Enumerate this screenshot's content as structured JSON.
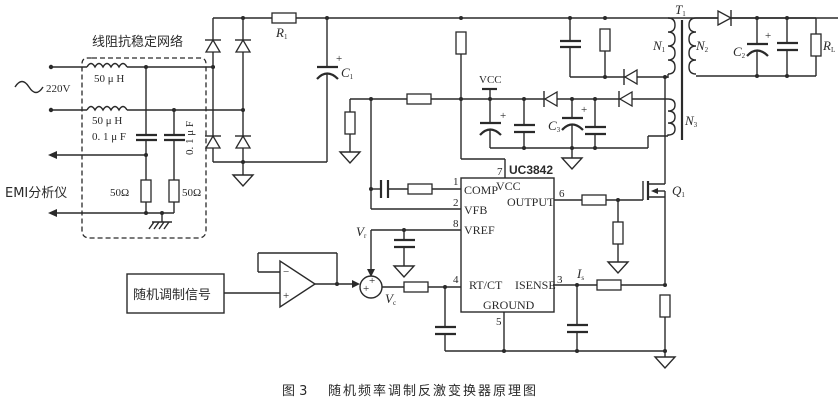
{
  "figure": {
    "caption_number": "图 3",
    "caption_title": "随机频率调制反激变换器原理图"
  },
  "lisn": {
    "title": "线阻抗稳定网络",
    "source_label": "220V",
    "inductor1": "50 μ H",
    "inductor2": "50 μ H",
    "cap1": "0. 1 μ F",
    "cap2": "0. 1 μ F",
    "res1": "50Ω",
    "res2": "50Ω",
    "analyzer_label": "EMI分析仪"
  },
  "rectifier": {
    "r1_label": "R",
    "r1_sub": "1",
    "c1_label": "C",
    "c1_sub": "1",
    "plus": "+"
  },
  "transformer": {
    "t_label": "T",
    "t_sub": "1",
    "n1_label": "N",
    "n1_sub": "1",
    "n2_label": "N",
    "n2_sub": "2",
    "n3_label": "N",
    "n3_sub": "3"
  },
  "output": {
    "c2_label": "C",
    "c2_sub": "2",
    "rl_label": "R",
    "rl_sub": "L",
    "plus": "+"
  },
  "aux": {
    "vcc_label": "VCC",
    "c3_label": "C",
    "c3_sub": "3",
    "plus1": "+",
    "plus2": "+"
  },
  "chip": {
    "name": "UC3842",
    "pins": [
      {
        "num": "1",
        "name": "COMP"
      },
      {
        "num": "2",
        "name": "VFB"
      },
      {
        "num": "8",
        "name": "VREF"
      },
      {
        "num": "4",
        "name": "RT/CT"
      },
      {
        "num": "7",
        "name": "VCC"
      },
      {
        "num": "6",
        "name": "OUTPUT"
      },
      {
        "num": "3",
        "name": "ISENSE"
      },
      {
        "num": "5",
        "name": "GROUND"
      }
    ]
  },
  "mosfet": {
    "label": "Q",
    "sub": "1"
  },
  "sense": {
    "is_label": "I",
    "is_sub": "s"
  },
  "modulation": {
    "block_label": "随机调制信号",
    "opamp_minus": "−",
    "opamp_plus": "+",
    "sum_plus1": "+",
    "sum_plus2": "+",
    "vr_label": "V",
    "vr_sub": "r",
    "vc_label": "V",
    "vc_sub": "c"
  }
}
